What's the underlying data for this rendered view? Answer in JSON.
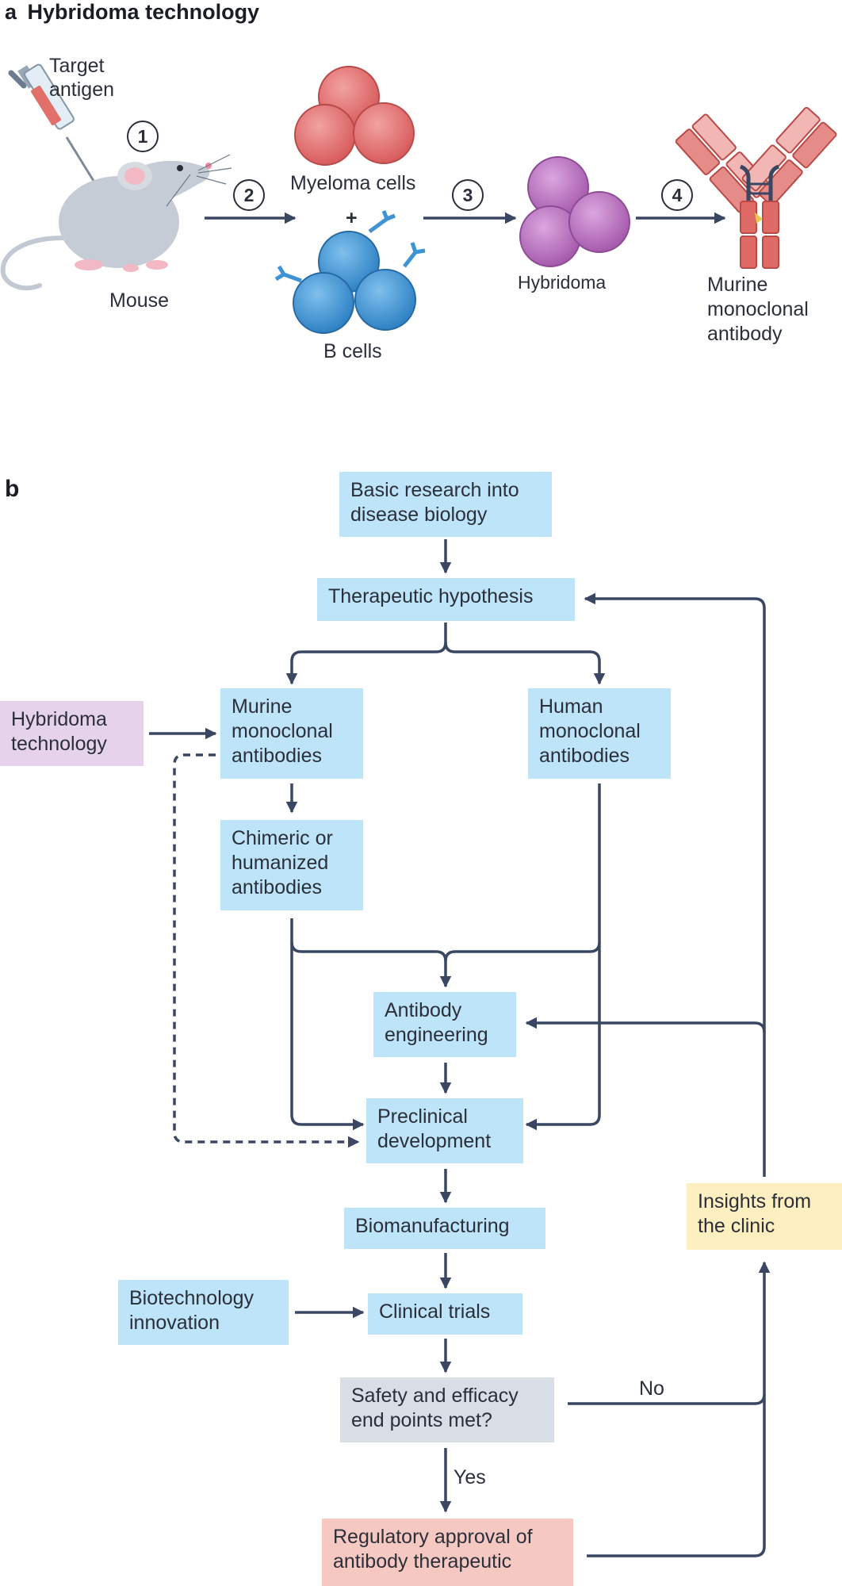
{
  "panel_a": {
    "letter": "a",
    "title": "Hybridoma technology",
    "labels": {
      "target_antigen": "Target\nantigen",
      "mouse": "Mouse",
      "myeloma": "Myeloma cells",
      "plus": "+",
      "b_cells": "B cells",
      "hybridoma": "Hybridoma",
      "murine_mab": "Murine\nmonoclonal\nantibody"
    },
    "steps": [
      "1",
      "2",
      "3",
      "4"
    ]
  },
  "panel_b": {
    "letter": "b",
    "boxes": {
      "basic_research": "Basic research into\ndisease biology",
      "therapeutic_hypothesis": "Therapeutic hypothesis",
      "hybridoma_tech": "Hybridoma\ntechnology",
      "murine_mabs": "Murine\nmonoclonal\nantibodies",
      "human_mabs": "Human\nmonoclonal\nantibodies",
      "chimeric": "Chimeric or\nhumanized\nantibodies",
      "antibody_engineering": "Antibody\nengineering",
      "preclinical": "Preclinical\ndevelopment",
      "biomanufacturing": "Biomanufacturing",
      "biotech_innovation": "Biotechnology\ninnovation",
      "clinical_trials": "Clinical trials",
      "safety_efficacy": "Safety and efficacy\nend points met?",
      "regulatory_approval": "Regulatory approval of\nantibody therapeutic",
      "insights_clinic": "Insights from\nthe clinic"
    },
    "edge_labels": {
      "no": "No",
      "yes": "Yes"
    }
  },
  "colors": {
    "box_blue": "#bde4f8",
    "box_purple": "#e6d3eb",
    "box_grey": "#d8dde6",
    "box_pink": "#f6c8c2",
    "box_yellow": "#fdefbf",
    "arrow": "#3a4763",
    "myeloma_red": "#e06a6a",
    "bcell_blue": "#3d93d4",
    "hybridoma_purple": "#b872bd",
    "antibody_red": "#d9534f"
  }
}
